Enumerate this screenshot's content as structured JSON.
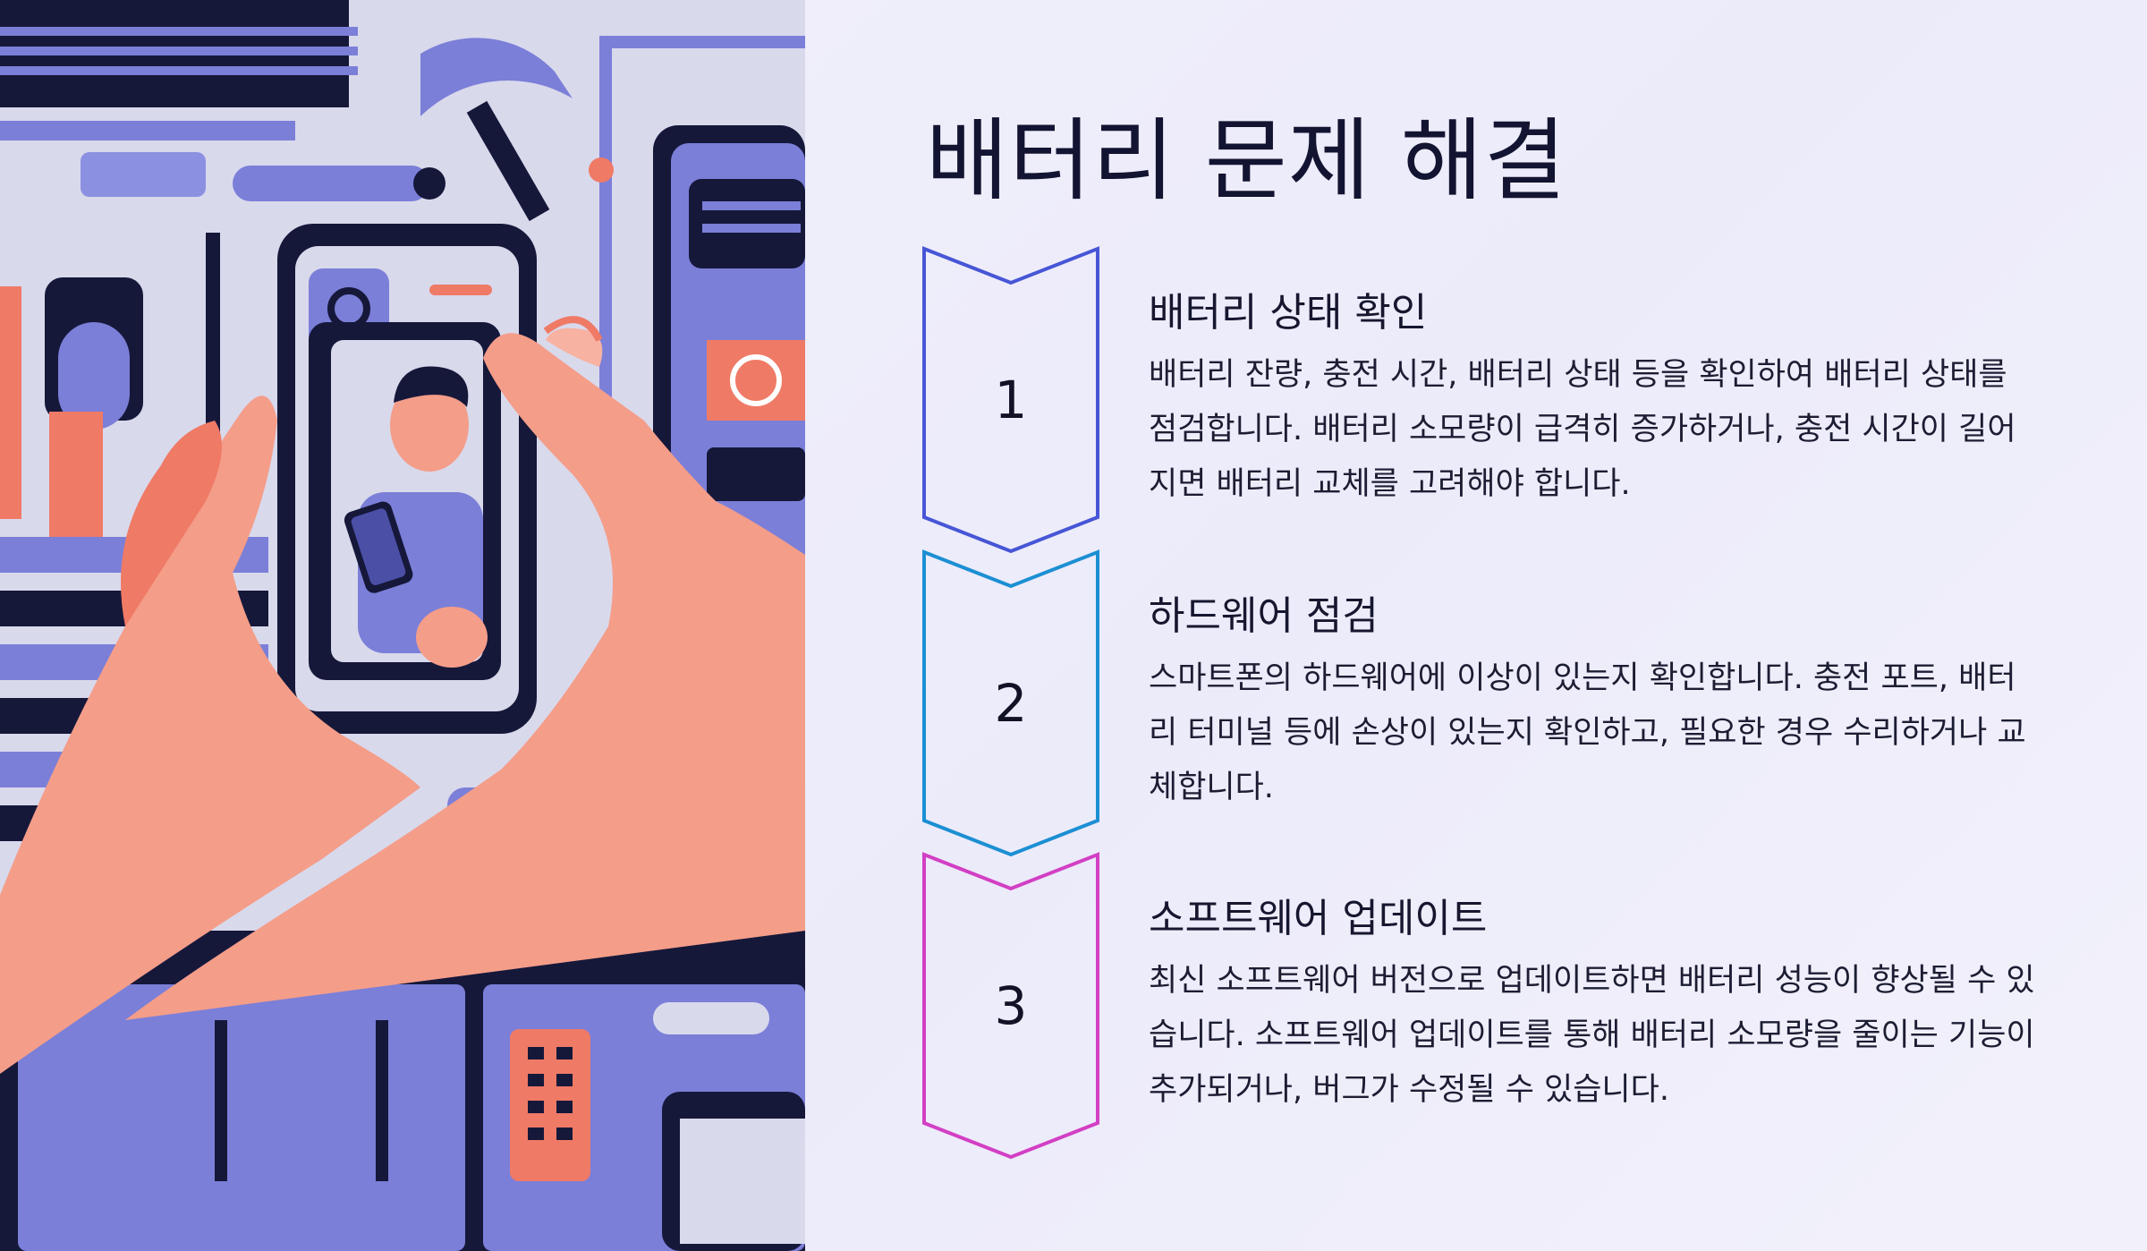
{
  "title": "배터리 문제 해결",
  "steps": [
    {
      "number": "1",
      "heading": "배터리 상태 확인",
      "body": "배터리 잔량, 충전 시간, 배터리 상태 등을 확인하여 배터리 상태를 점검합니다. 배터리 소모량이 급격히 증가하거나, 충전 시간이 길어지면 배터리 교체를 고려해야 합니다.",
      "color": "#4756d6"
    },
    {
      "number": "2",
      "heading": "하드웨어 점검",
      "body": "스마트폰의 하드웨어에 이상이 있는지 확인합니다. 충전 포트, 배터리 터미널 등에 손상이 있는지 확인하고, 필요한 경우 수리하거나 교체합니다.",
      "color": "#1c8fd3"
    },
    {
      "number": "3",
      "heading": "소프트웨어 업데이트",
      "body": "최신 소프트웨어 버전으로 업데이트하면 배터리 성능이 향상될 수 있습니다. 소프트웨어 업데이트를 통해 배터리 소모량을 줄이는 기능이 추가되거나, 버그가 수정될 수 있습니다.",
      "color": "#d23fc4"
    }
  ],
  "illustration": {
    "icon": "hands-holding-smartphone-illustration",
    "colors": {
      "purple": "#7b7fd8",
      "navy": "#16183a",
      "coral": "#ef7a66",
      "skin": "#f49d89"
    }
  }
}
